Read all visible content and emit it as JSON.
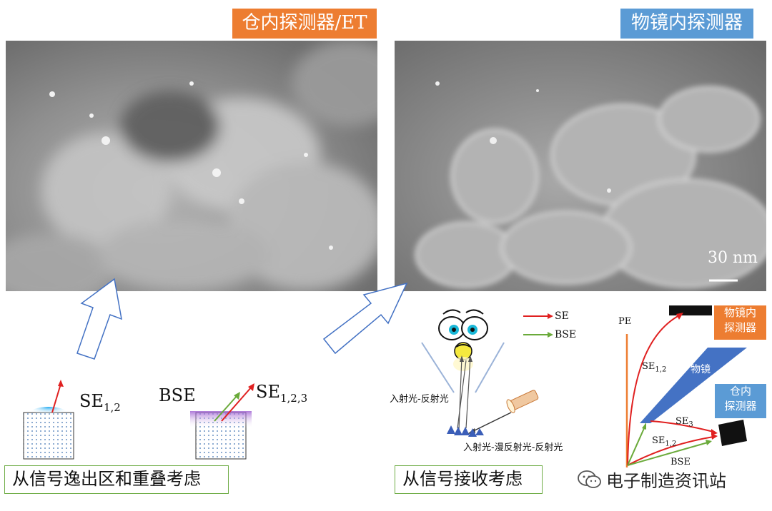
{
  "panels": {
    "left_label": "仓内探测器/ET",
    "right_label": "物镜内探测器",
    "scale_bar": "30 nm"
  },
  "captions": {
    "left_box": "从信号逸出区和重叠考虑",
    "right_box": "从信号接收考虑"
  },
  "schematic_left": {
    "se12_main": "SE",
    "se12_sub": "1,2",
    "bse": "BSE",
    "se123_main": "SE",
    "se123_sub": "1,2,3"
  },
  "legend": {
    "se": "SE",
    "bse": "BSE"
  },
  "eye_diagram": {
    "incident_reflect": "入射光-反射光",
    "incident_diffuse": "入射光-漫反射光-反射光"
  },
  "detector_diagram": {
    "pe": "PE",
    "se12_top_main": "SE",
    "se12_top_sub": "1,2",
    "lens": "物镜",
    "se3_main": "SE",
    "se3_sub": "3",
    "se12_low_main": "SE",
    "se12_low_sub": "1,2",
    "bse": "BSE",
    "inlens_detector": "物镜内\n探测器",
    "chamber_detector": "仓内\n探测器"
  },
  "watermark": {
    "text": "电子制造资讯站"
  },
  "colors": {
    "orange": "#ed7d31",
    "blue": "#5b9bd5",
    "red": "#e02020",
    "green": "#6aaa3a"
  }
}
